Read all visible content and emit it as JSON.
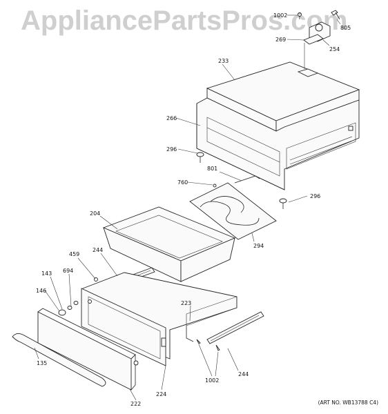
{
  "watermark": "AppliancePartsPros.com",
  "art_no": "(ART NO. WB13788 C4)",
  "labels": {
    "l1002_top": "1002",
    "l805": "805",
    "l269": "269",
    "l254": "254",
    "l233": "233",
    "l266": "266",
    "l296_left": "296",
    "l801": "801",
    "l760": "760",
    "l296_right": "296",
    "l204": "204",
    "l294": "294",
    "l459": "459",
    "l244_left": "244",
    "l143": "143",
    "l694": "694",
    "l146": "146",
    "l223": "223",
    "l135": "135",
    "l222": "222",
    "l224": "224",
    "l1002_bottom": "1002",
    "l244_right": "244"
  }
}
